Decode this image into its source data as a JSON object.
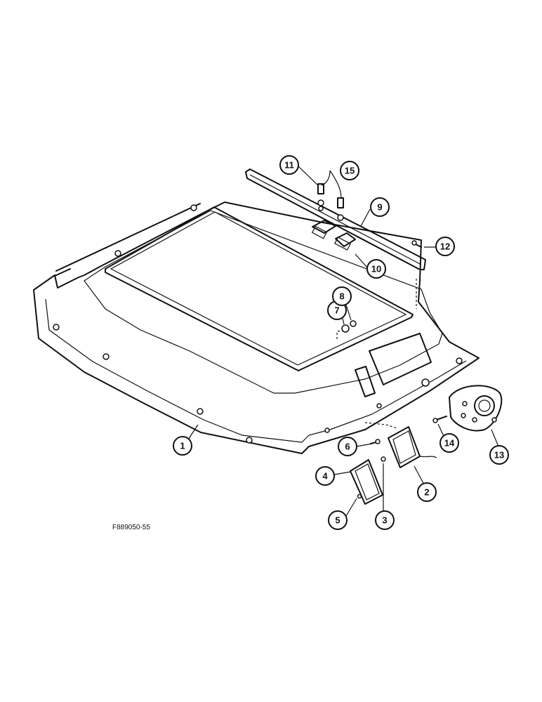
{
  "figure_id": "F889050-55",
  "callouts": {
    "c1": "1",
    "c2": "2",
    "c3": "3",
    "c4": "4",
    "c5": "5",
    "c6": "6",
    "c7": "7",
    "c8": "8",
    "c9": "9",
    "c10": "10",
    "c11": "11",
    "c12": "12",
    "c13": "13",
    "c14": "14",
    "c15": "15"
  }
}
